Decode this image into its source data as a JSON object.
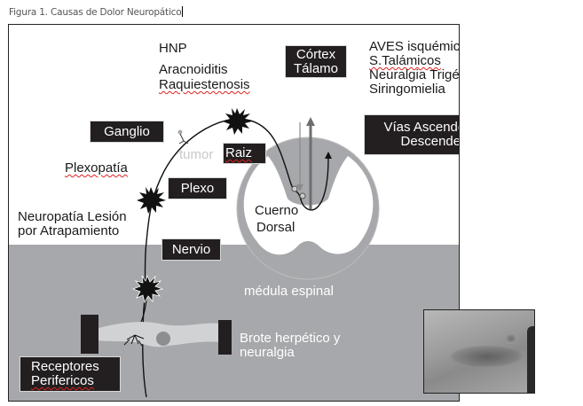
{
  "caption": "Figura 1. Causas de Dolor Neuropático",
  "labels": {
    "hnp": "HNP",
    "aracnoiditis": "Aracnoiditis",
    "raquiestenosis": "Raquiestenosis",
    "aves": "AVES isquémicos",
    "s_talamicos": "S.Talámicos",
    "neuralgia_trigemino": "Neuralgia Trigémino",
    "siringomielia": "Siringomielia",
    "plexopatia": "Plexopatía",
    "neuropatia_line1": "Neuropatía Lesión",
    "neuropatia_line2": "por Atrapamiento",
    "tumor": "tumor",
    "cuerno_line1": "Cuerno",
    "cuerno_line2": "Dorsal",
    "medula": "médula espinal",
    "brote_line1": "Brote herpético y",
    "brote_line2": "neuralgia"
  },
  "boxes": {
    "cortex_line1": "Córtex",
    "cortex_line2": "Tálamo",
    "vias_line1": "Vías Ascendentes Y",
    "vias_line2": "Descendentes",
    "ganglio": "Ganglio",
    "raiz": "Raiz",
    "plexo": "Plexo",
    "nervio": "Nervio",
    "receptores_line1": "Receptores",
    "receptores_line2": "Perifericos"
  },
  "colors": {
    "box_fill": "#231f20",
    "gray_band": "#a7a8ab",
    "cord_gray": "#a7a8ab",
    "spellcheck_underline": "#e02020"
  }
}
